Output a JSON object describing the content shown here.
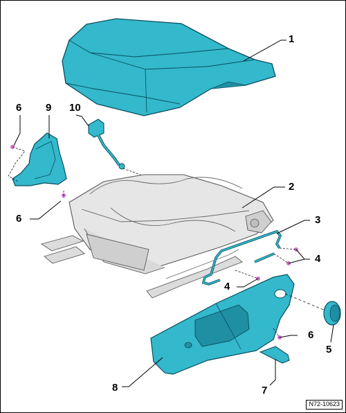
{
  "figure_ref": "N72-10623",
  "callouts": {
    "c1": "1",
    "c2": "2",
    "c3": "3",
    "c4a": "4",
    "c4b": "4",
    "c5": "5",
    "c6a": "6",
    "c6b": "6",
    "c6c": "6",
    "c7": "7",
    "c8": "8",
    "c9": "9",
    "c10": "10"
  },
  "colors": {
    "part_fill": "#33b8cc",
    "part_edge": "#0a4e5c",
    "frame_fill": "#e6e6e6",
    "frame_edge": "#5a5a5a",
    "clip_fill": "#d56fd0"
  }
}
